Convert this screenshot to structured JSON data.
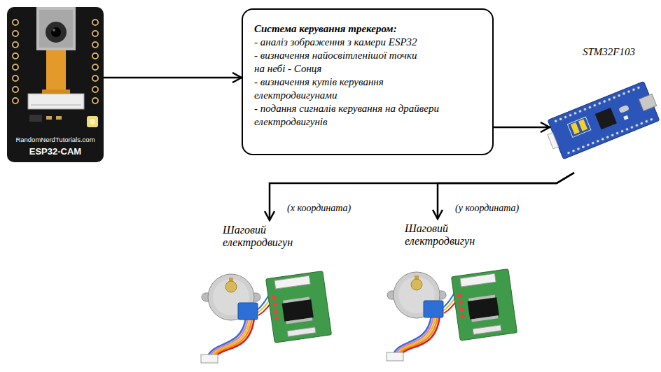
{
  "diagram": {
    "nodes": [
      {
        "text": [
          "RandomNerdTutorials.com",
          "ESP32-CAM"
        ]
      },
      {
        "text": [
          "Система керування трекером:",
          "- аналіз зображення з камери ESP32",
          "- визначення найосвітленішої точки на небі - Сонця",
          "- визначення кутів керування електродвигунами",
          "- подання сигналів керування на драйвери електродвигунів"
        ]
      },
      {
        "text": [
          "STM32F103"
        ]
      },
      {
        "text": [
          "Шаговий електродвигун"
        ]
      },
      {
        "text": [
          "Шаговий електродвигун"
        ]
      }
    ],
    "edges": [
      {
        "from": 0,
        "to": 1,
        "arrow": "to"
      },
      {
        "from": 1,
        "to": 2,
        "arrow": "to"
      },
      {
        "from": 2,
        "to": 3,
        "arrow": "to",
        "label": "(x координата)"
      },
      {
        "from": 2,
        "to": 4,
        "arrow": "to",
        "label": "(y координата)"
      }
    ]
  }
}
